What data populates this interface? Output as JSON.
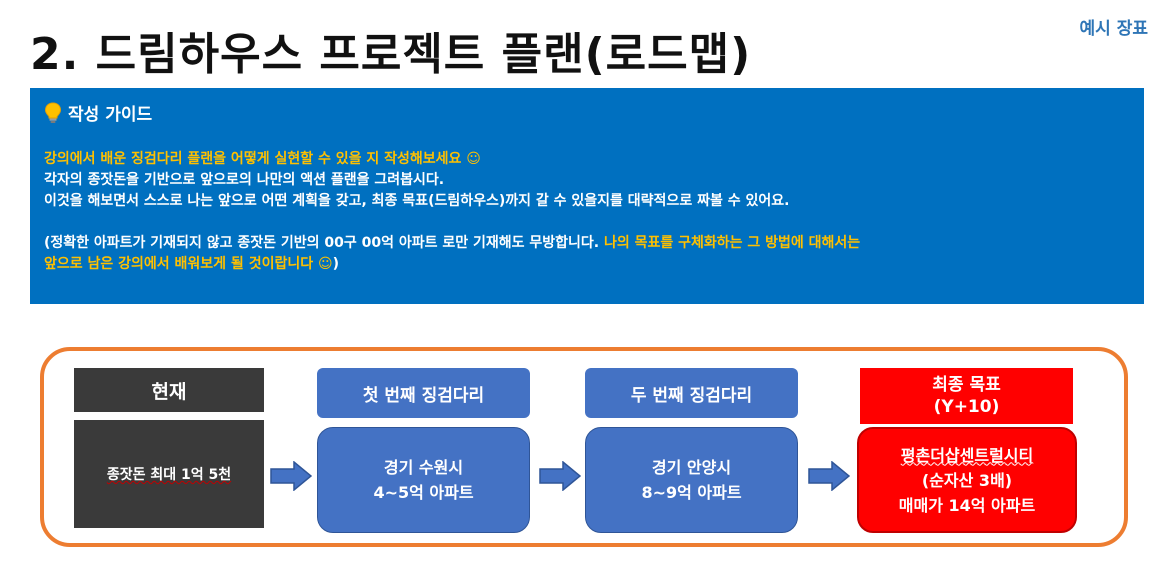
{
  "header": {
    "title": "2. 드림하우스 프로젝트 플랜(로드맵)",
    "tag": "예시 장표"
  },
  "guide": {
    "heading": "작성 가이드",
    "line1": "강의에서 배운 징검다리 플랜을 어떻게 실현할 수 있을 지 작성해보세요 ☺",
    "line2": "각자의 종잣돈을 기반으로 앞으로의 나만의 액션 플랜을 그려봅시다.",
    "line3": "이것을 해보면서 스스로 나는 앞으로 어떤 계획을 갖고, 최종 목표(드림하우스)까지 갈 수 있을지를 대략적으로 짜볼 수 있어요.",
    "note_white": "(정확한 아파트가 기재되지 않고 종잣돈 기반의 00구 00억 아파트 로만 기재해도 무방합니다. ",
    "note_yellow_1": "나의 목표를 구체화하는 그 방법에 대해서는",
    "note_yellow_2": "앞으로 남은 강의에서 배워보게 될 것이랍니다 ☺",
    "note_end": ")",
    "colors": {
      "background": "#0070c0",
      "highlight": "#ffc000"
    }
  },
  "roadmap": {
    "current": {
      "label": "현재",
      "body": "종잣돈 최대 1억 5천"
    },
    "step1": {
      "label": "첫 번째 징검다리",
      "line1": "경기 수원시",
      "line2": "4~5억 아파트"
    },
    "step2": {
      "label": "두 번째 징검다리",
      "line1": "경기 안양시",
      "line2": "8~9억 아파트"
    },
    "goal": {
      "label1": "최종 목표",
      "label2": "(Y+10)",
      "line1": "평촌더샵센트럴시티",
      "line2": "(순자산 3배)",
      "line3": "매매가 14억 아파트"
    },
    "colors": {
      "frame": "#ed7d31",
      "step": "#4472c4",
      "goal": "#ff0000",
      "current": "#3a3a3a"
    }
  }
}
